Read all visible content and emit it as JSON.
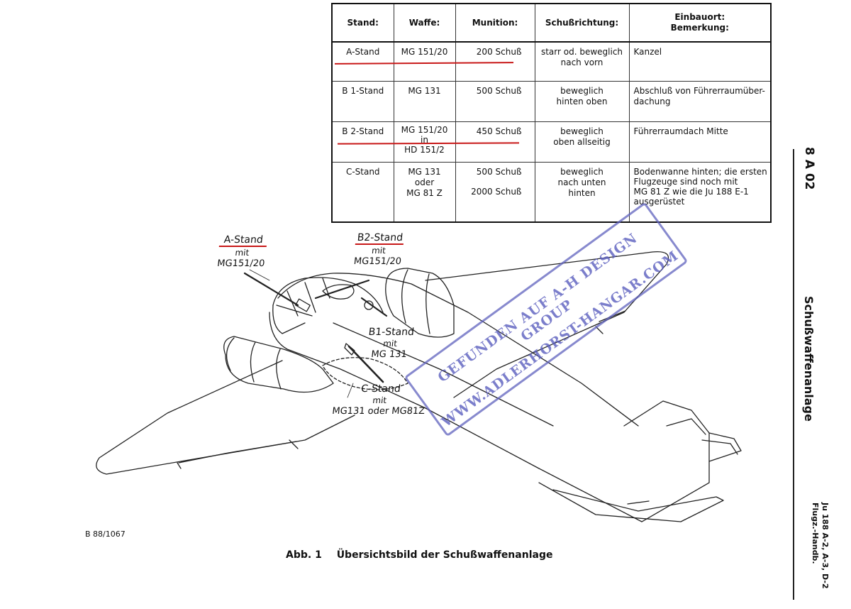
{
  "table": {
    "headers": {
      "stand": "Stand:",
      "weapon": "Waffe:",
      "ammo": "Munition:",
      "direction": "Schußrichtung:",
      "location_line1": "Einbauort:",
      "location_line2": "Bemerkung:"
    },
    "rows": [
      {
        "stand": "A-Stand",
        "weapon": [
          "MG 151/20"
        ],
        "ammo": [
          "200 Schuß"
        ],
        "direction": [
          "starr od. beweglich",
          "nach vorn"
        ],
        "location": [
          "Kanzel"
        ]
      },
      {
        "stand": "B 1-Stand",
        "weapon": [
          "MG 131"
        ],
        "ammo": [
          "500 Schuß"
        ],
        "direction": [
          "beweglich",
          "hinten oben"
        ],
        "location": [
          "Abschluß von Führerraumüber-",
          "dachung"
        ]
      },
      {
        "stand": "B 2-Stand",
        "weapon": [
          "MG 151/20",
          "in",
          "HD 151/2"
        ],
        "ammo": [
          "450 Schuß"
        ],
        "direction": [
          "beweglich",
          "oben allseitig"
        ],
        "location": [
          "Führerraumdach Mitte"
        ]
      },
      {
        "stand": "C-Stand",
        "weapon": [
          "MG 131",
          "oder",
          "MG 81 Z"
        ],
        "ammo": [
          "500 Schuß",
          "2000 Schuß"
        ],
        "direction": [
          "beweglich",
          "nach unten",
          "hinten"
        ],
        "location": [
          "Bodenwanne hinten; die ersten",
          "Flugzeuge sind noch mit",
          "MG 81 Z wie die Ju 188 E-1",
          "ausgerüstet"
        ]
      }
    ]
  },
  "side": {
    "doc_code": "8 A 02",
    "section_title": "Schußwaffenanlage",
    "handbook_line1": "Ju 188 A-2, A-3, D-2",
    "handbook_line2": "Flugz.-Handb."
  },
  "callouts": {
    "a": {
      "name": "A-Stand",
      "mid": "mit",
      "gun": "MG151/20"
    },
    "b2": {
      "name": "B2-Stand",
      "mid": "mit",
      "gun": "MG151/20"
    },
    "b1": {
      "name": "B1-Stand",
      "mid": "mit",
      "gun": "MG 131"
    },
    "c": {
      "name": "C-Stand",
      "mid": "mit",
      "gun": "MG131 oder MG81Z"
    }
  },
  "drawing_ref": "B 88/1067",
  "caption": {
    "number": "Abb. 1",
    "text": "Übersichtsbild der Schußwaffenanlage"
  },
  "stamp": {
    "line1": "GEFUNDEN AUF A-H DESIGN GROUP",
    "line2": "WWW.ADLERHORST-HANGAR.COM"
  },
  "colors": {
    "ink": "#111111",
    "highlight_red": "#c81818",
    "stamp_blue": "#5a5ebe"
  }
}
